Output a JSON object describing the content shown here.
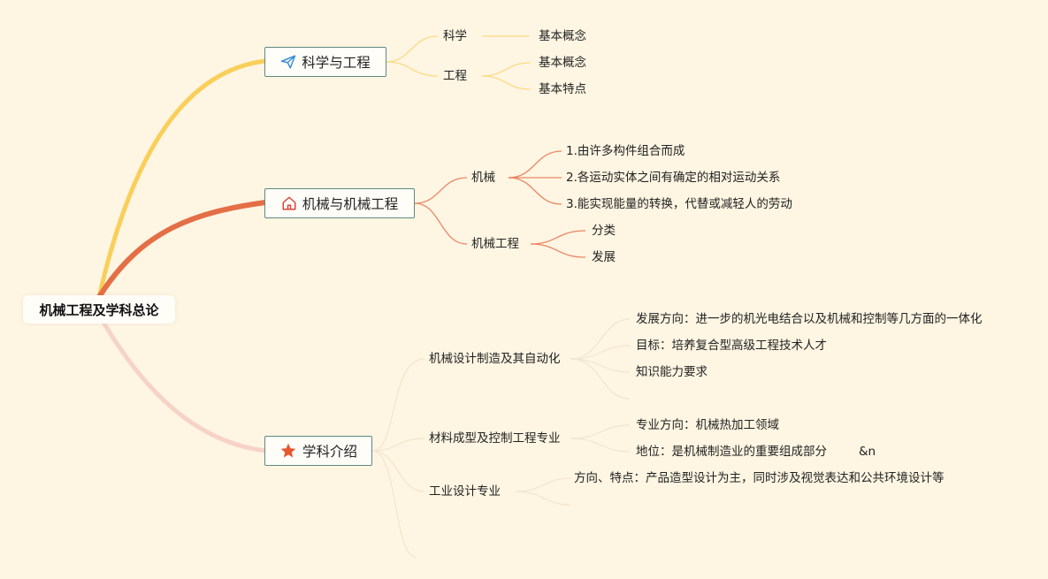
{
  "root": {
    "label": "机械工程及学科总论"
  },
  "branches": [
    {
      "label": "科学与工程",
      "icon": "paper-plane-icon",
      "color": "#f9cf5a",
      "children": [
        {
          "label": "科学",
          "children": [
            "基本概念"
          ]
        },
        {
          "label": "工程",
          "children": [
            "基本概念",
            "基本特点"
          ]
        }
      ]
    },
    {
      "label": "机械与机械工程",
      "icon": "home-icon",
      "color": "#e46f46",
      "children": [
        {
          "label": "机械",
          "children": [
            "1.由许多构件组合而成",
            "2.各运动实体之间有确定的相对运动关系",
            "3.能实现能量的转换，代替或减轻人的劳动"
          ]
        },
        {
          "label": "机械工程",
          "children": [
            "分类",
            "发展"
          ]
        }
      ]
    },
    {
      "label": "学科介绍",
      "icon": "star-icon",
      "color": "#f6d3c6",
      "children": [
        {
          "label": "机械设计制造及其自动化",
          "children": [
            "发展方向：进一步的机光电结合以及机械和控制等几方面的一体化",
            "目标：培养复合型高级工程技术人才",
            "知识能力要求"
          ]
        },
        {
          "label": "材料成型及控制工程专业",
          "children": [
            "专业方向：机械热加工领域",
            "地位：是机械制造业的重要组成部分",
            "&n"
          ]
        },
        {
          "label": "工业设计专业",
          "children": [
            "方向、特点：产品造型设计为主，同时涉及视觉表达和公共环境设计等"
          ]
        }
      ]
    }
  ],
  "colors": {
    "background": "#fef5e2",
    "box_border": "#5f8a80",
    "thin_line": "#f2e5cf",
    "icon_blue": "#3b8fd6",
    "icon_red": "#d9453a",
    "icon_star": "#e8562f"
  }
}
